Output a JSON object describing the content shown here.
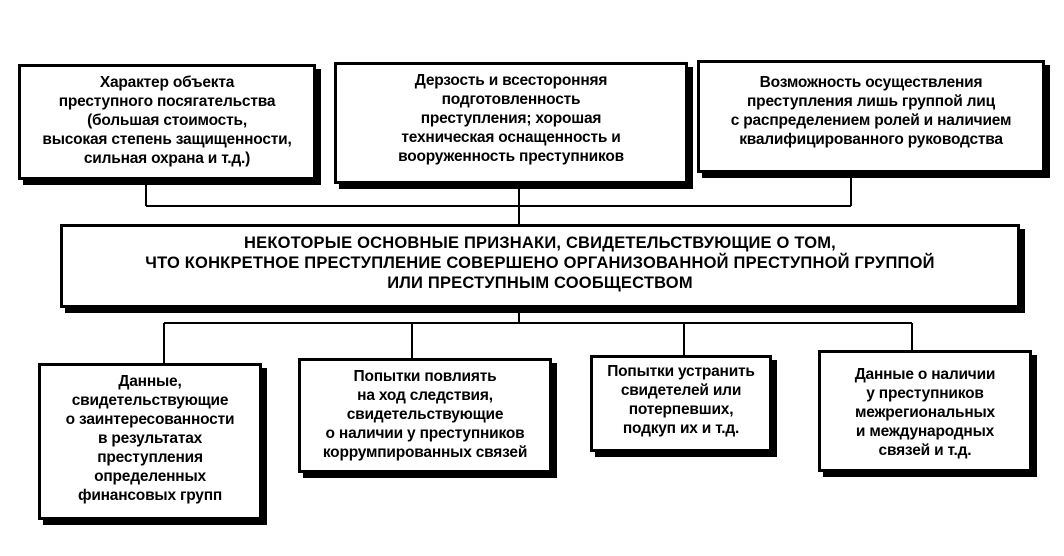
{
  "diagram": {
    "center": {
      "lines": [
        "НЕКОТОРЫЕ ОСНОВНЫЕ ПРИЗНАКИ, СВИДЕТЕЛЬСТВУЮЩИЕ О ТОМ,",
        "ЧТО КОНКРЕТНОЕ ПРЕСТУПЛЕНИЕ СОВЕРШЕНО ОРГАНИЗОВАННОЙ ПРЕСТУПНОЙ ГРУППОЙ",
        "ИЛИ ПРЕСТУПНЫМ СООБЩЕСТВОМ"
      ]
    },
    "top": [
      {
        "lines": [
          "Характер объекта",
          "преступного посягательства",
          "(большая стоимость,",
          "высокая степень защищенности,",
          "сильная охрана и т.д.)"
        ]
      },
      {
        "lines": [
          "Дерзость и всесторонняя",
          "подготовленность",
          "преступления; хорошая",
          "техническая оснащенность и",
          "вооруженность преступников"
        ]
      },
      {
        "lines": [
          "Возможность осуществления",
          "преступления лишь группой лиц",
          "с распределением ролей и наличием",
          "квалифицированного руководства"
        ]
      }
    ],
    "bottom": [
      {
        "lines": [
          "Данные,",
          "свидетельствующие",
          "о заинтересованности",
          "в результатах",
          "преступления",
          "определенных",
          "финансовых групп"
        ]
      },
      {
        "lines": [
          "Попытки повлиять",
          "на ход следствия,",
          "свидетельствующие",
          "о наличии у преступников",
          "коррумпированных связей"
        ]
      },
      {
        "lines": [
          "Попытки устранить",
          "свидетелей или",
          "потерпевших,",
          "подкуп их и т.д."
        ]
      },
      {
        "lines": [
          "Данные о наличии",
          "у преступников",
          "межрегиональных",
          "и международных",
          "связей и т.д."
        ]
      }
    ]
  }
}
